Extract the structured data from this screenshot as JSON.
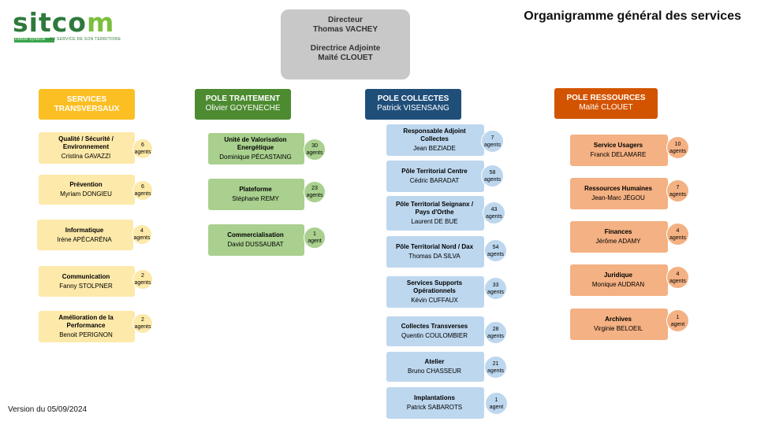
{
  "logo": {
    "word": "sitco",
    "word_end": "m",
    "tag_band": "comité syndical",
    "tag_text": "AU SERVICE DE SON TERRITOIRE"
  },
  "page_title": "Organigramme général des services",
  "version": "Version du 05/09/2024",
  "director": {
    "role1": "Directeur",
    "name1": "Thomas VACHEY",
    "role2": "Directrice Adjointe",
    "name2": "Maïté CLOUET"
  },
  "poles": {
    "transversaux": {
      "title": "SERVICES TRANSVERSAUX",
      "head": "",
      "color": "#fbbf24",
      "services": [
        {
          "title": "Qualité / Sécurité / Environnement",
          "person": "Cristina GAVAZZI",
          "count": "6",
          "unit": "agents"
        },
        {
          "title": "Prévention",
          "person": "Myriam DONGIEU",
          "count": "6",
          "unit": "agents"
        },
        {
          "title": "Informatique",
          "person": "Irène APÉCARÉNA",
          "count": "4",
          "unit": "agents"
        },
        {
          "title": "Communication",
          "person": "Fanny STOLPNER",
          "count": "2",
          "unit": "agents"
        },
        {
          "title": "Amélioration de la Performance",
          "person": "Benoit PERIGNON",
          "count": "2",
          "unit": "agents"
        }
      ]
    },
    "traitement": {
      "title": "POLE TRAITEMENT",
      "head": "Olivier GOYENECHE",
      "color": "#4d8b31",
      "services": [
        {
          "title": "Unité de Valorisation Energétique",
          "person": "Dominique PÉCASTAING",
          "count": "30",
          "unit": "agents"
        },
        {
          "title": "Plateforme",
          "person": "Stéphane REMY",
          "count": "23",
          "unit": "agents"
        },
        {
          "title": "Commercialisation",
          "person": "David DUSSAUBAT",
          "count": "1",
          "unit": "agent"
        }
      ]
    },
    "collectes": {
      "title": "POLE COLLECTES",
      "head": "Patrick VISENSANG",
      "color": "#1f4e79",
      "services": [
        {
          "title": "Responsable Adjoint Collectes",
          "person": "Jean BEZIADE",
          "count": "7",
          "unit": "agents"
        },
        {
          "title": "Pôle Territorial Centre",
          "person": "Cédric BARADAT",
          "count": "58",
          "unit": "agents"
        },
        {
          "title": "Pôle Territorial Seignanx / Pays d'Orthe",
          "person": "Laurent DE BUE",
          "count": "43",
          "unit": "agents"
        },
        {
          "title": "Pôle Territorial Nord / Dax",
          "person": "Thomas DA SILVA",
          "count": "54",
          "unit": "agents"
        },
        {
          "title": "Services Supports Opérationnels",
          "person": "Kévin CUFFAUX",
          "count": "33",
          "unit": "agents"
        },
        {
          "title": "Collectes Transverses",
          "person": "Quentin COULOMBIER",
          "count": "28",
          "unit": "agents"
        },
        {
          "title": "Atelier",
          "person": "Bruno CHASSEUR",
          "count": "21",
          "unit": "agents"
        },
        {
          "title": "Implantations",
          "person": "Patrick SABAROTS",
          "count": "1",
          "unit": "agent"
        }
      ]
    },
    "ressources": {
      "title": "POLE RESSOURCES",
      "head": "Maïté CLOUET",
      "color": "#d35400",
      "services": [
        {
          "title": "Service Usagers",
          "person": "Franck DELAMARE",
          "count": "10",
          "unit": "agents"
        },
        {
          "title": "Ressources Humaines",
          "person": "Jean-Marc JÉGOU",
          "count": "7",
          "unit": "agents"
        },
        {
          "title": "Finances",
          "person": "Jérôme ADAMY",
          "count": "4",
          "unit": "agents"
        },
        {
          "title": "Juridique",
          "person": "Monique AUDRAN",
          "count": "4",
          "unit": "agents"
        },
        {
          "title": "Archives",
          "person": "Virginie BELOEIL",
          "count": "1",
          "unit": "agent"
        }
      ]
    }
  }
}
